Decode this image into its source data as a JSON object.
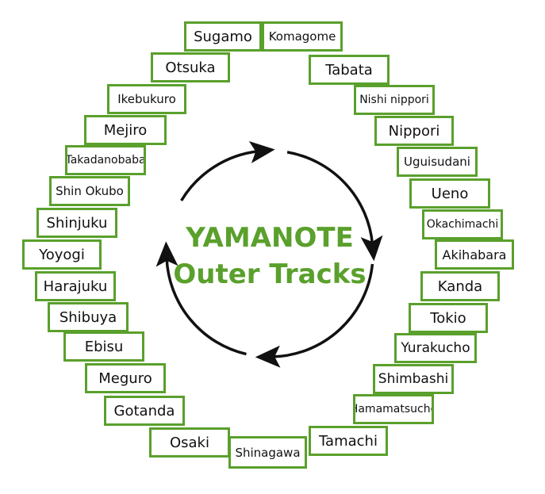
{
  "diagram": {
    "title_line1": "YAMANOTE",
    "title_line2": "Outer Tracks",
    "colors": {
      "accent": "#5aa02c",
      "arrow": "#111111",
      "text": "#111111"
    },
    "stations": [
      "Sugamo",
      "Komagome",
      "Tabata",
      "Nishi nippori",
      "Nippori",
      "Uguisudani",
      "Ueno",
      "Okachimachi",
      "Akihabara",
      "Kanda",
      "Tokio",
      "Yurakucho",
      "Shimbashi",
      "Hamamatsucho",
      "Tamachi",
      "Shinagawa",
      "Osaki",
      "Gotanda",
      "Meguro",
      "Ebisu",
      "Shibuya",
      "Harajuku",
      "Yoyogi",
      "Shinjuku",
      "Shin Okubo",
      "Takadanobaba",
      "Mejiro",
      "Ikebukuro",
      "Otsuka"
    ],
    "direction": "clockwise"
  }
}
